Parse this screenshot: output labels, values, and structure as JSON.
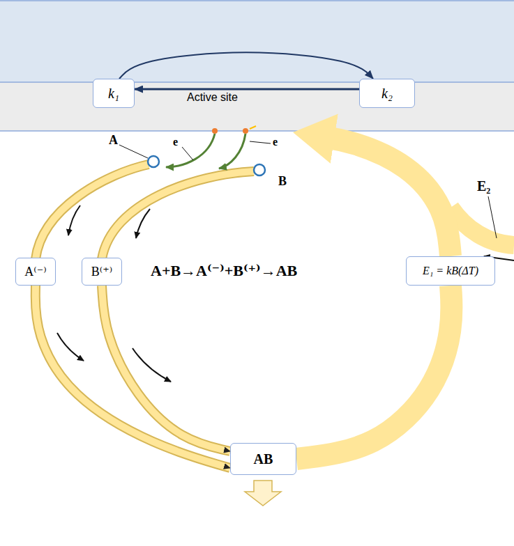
{
  "diagram": {
    "nodes": [
      {
        "text": [
          "Active site"
        ]
      },
      {
        "text": [
          "k₁"
        ]
      },
      {
        "text": [
          "k₂"
        ]
      },
      {
        "text": [
          "A⁽⁻⁾"
        ]
      },
      {
        "text": [
          "B⁽⁺⁾"
        ]
      },
      {
        "text": [
          "E₁ = kB(ΔT)"
        ]
      },
      {
        "text": [
          "AB"
        ]
      }
    ],
    "edges": [
      {
        "from": 2,
        "to": 1,
        "arrow": "to"
      },
      {
        "from": 1,
        "to": 2,
        "arrow": "to"
      },
      {
        "from": 3,
        "to": 6,
        "arrow": "to"
      },
      {
        "from": 4,
        "to": 6,
        "arrow": "to"
      },
      {
        "from": 6,
        "to": 5,
        "arrow": "none"
      },
      {
        "from": 5,
        "to": 0,
        "arrow": "to"
      }
    ],
    "labels": [
      "A",
      "e",
      "e",
      "B",
      "E₂",
      "A+B→A⁽⁻⁾+B⁽⁺⁾→AB"
    ]
  }
}
